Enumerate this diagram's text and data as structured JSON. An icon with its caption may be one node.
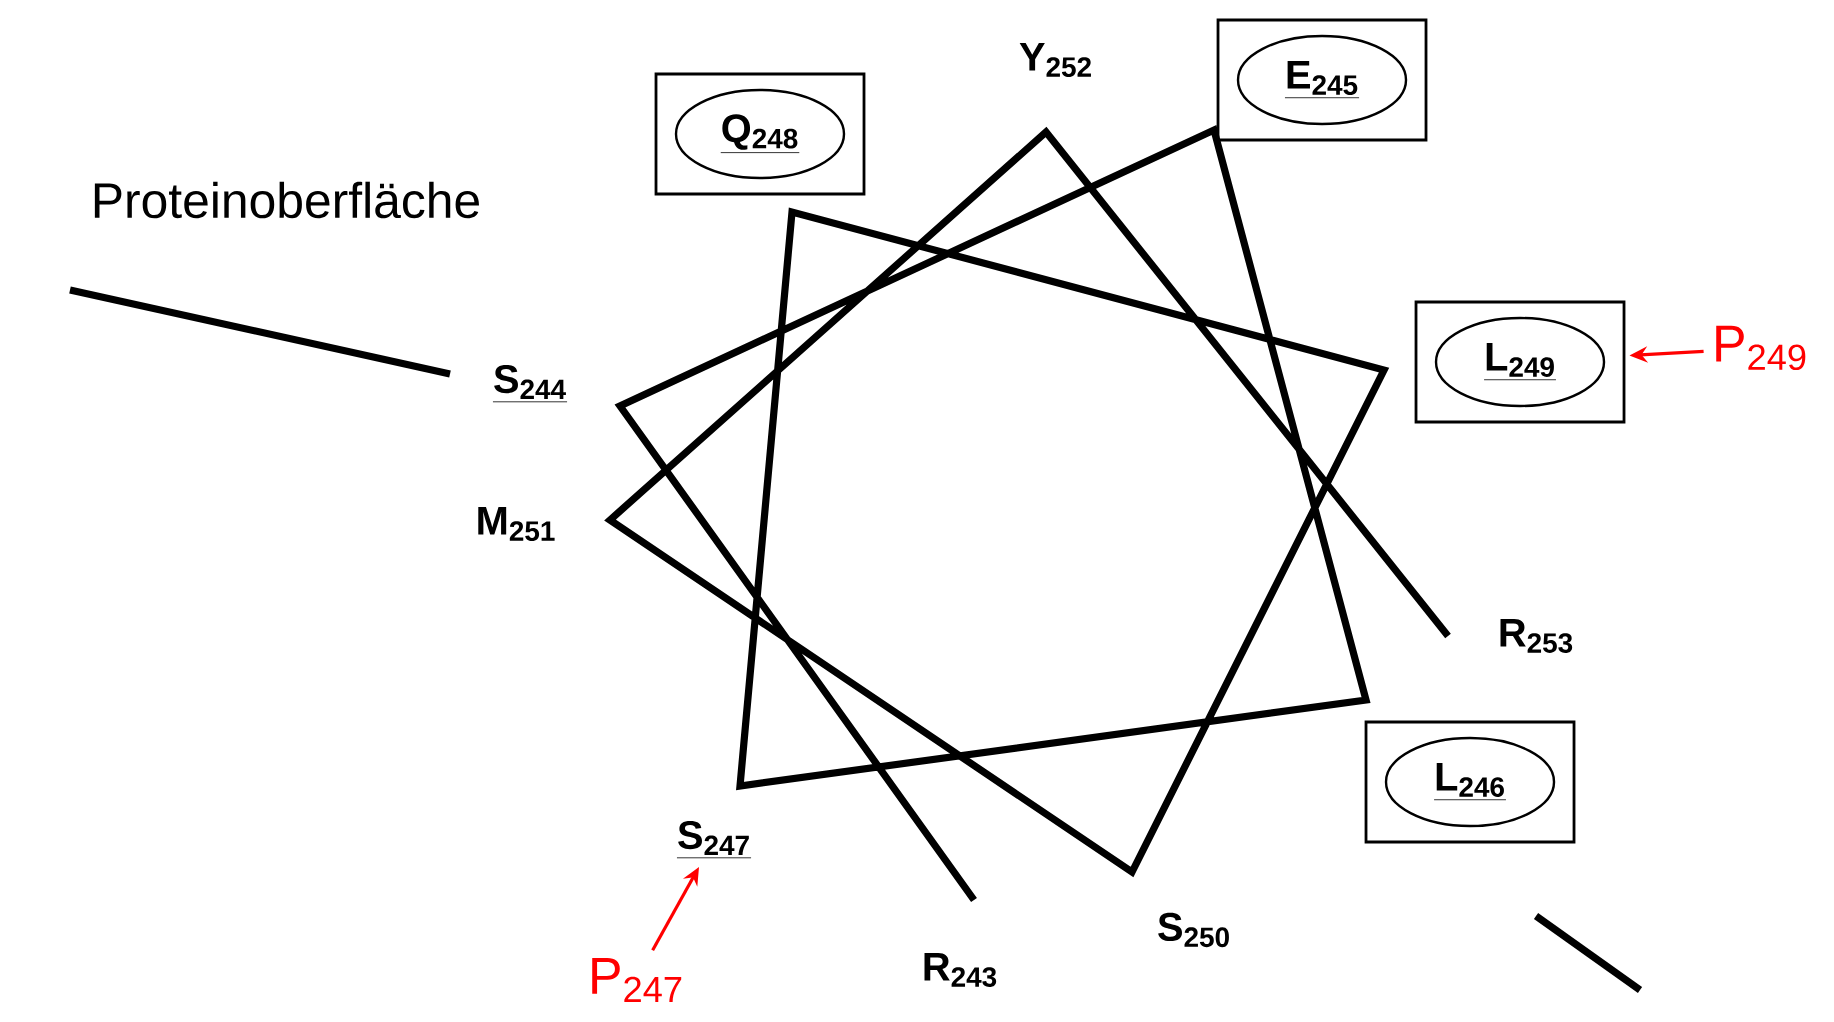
{
  "diagram": {
    "nodes": [
      {
        "text": [
          "E$_{245}$"
        ]
      },
      {
        "text": [
          "Q$_{248}$"
        ]
      },
      {
        "text": [
          "L$_{249}$"
        ]
      },
      {
        "text": [
          "P$_{249}$"
        ]
      },
      {
        "text": [
          "L$_{246}$"
        ]
      },
      {
        "text": [
          "S$_{247}$"
        ]
      },
      {
        "text": [
          "P$_{247}$"
        ]
      }
    ],
    "edges": [
      {
        "from": 3,
        "to": 2,
        "arrow": "to",
        "color": "#ff0000"
      },
      {
        "from": 6,
        "to": 5,
        "arrow": "to",
        "color": "#ff0000"
      }
    ],
    "labels": [
      "Proteinoberfläche",
      "Y$_{252}$",
      "S$_{244}$",
      "M$_{251}$",
      "R$_{253}$",
      "R$_{243}$",
      "S$_{250}$"
    ]
  }
}
